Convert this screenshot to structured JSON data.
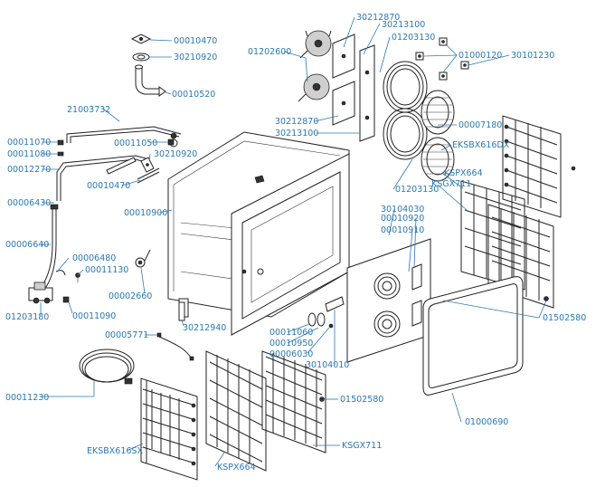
{
  "labels": {
    "p00010470a": "00010470",
    "p30210920a": "30210920",
    "p00010520": "00010520",
    "p21003732": "21003732",
    "p00011070": "00011070",
    "p00011080": "00011080",
    "p00012270": "00012270",
    "p00011050": "00011050",
    "p30210920b": "30210920",
    "p00010470b": "00010470",
    "p00006430": "00006430",
    "p00010900": "00010900",
    "p00006640": "00006640",
    "p00006480": "00006480",
    "p00011130": "00011130",
    "p01203180": "01203180",
    "p00011090": "00011090",
    "p00002660": "00002660",
    "p30212940": "30212940",
    "p00005771": "00005771",
    "p00011230": "00011230",
    "pEKSBX616SX": "EKSBX616SX",
    "pKSPX664a": "KSPX664",
    "pKSGX711a": "KSGX711",
    "p01202600": "01202600",
    "p30212870a": "30212870",
    "p30213100a": "30213100",
    "p01203130a": "01203130",
    "p30212870b": "30212870",
    "p30213100b": "30213100",
    "p01000120": "01000120",
    "p30101230": "30101230",
    "p00007180": "00007180",
    "pEKSBX616DX": "EKSBX616DX",
    "p01203130b": "01203130",
    "pKSPX664b": "KSPX664",
    "pKSGX711b": "KSGX711",
    "p30104030": "30104030",
    "p00010920": "00010920",
    "p00010910": "00010910",
    "p00011060": "00011060",
    "p00010950": "00010950",
    "p00006030": "00006030",
    "p30104010": "30104010",
    "p01502580a": "01502580",
    "p01502580b": "01502580",
    "p01000690": "01000690"
  },
  "colors": {
    "label": "#2a78b4",
    "line": "#222222"
  }
}
